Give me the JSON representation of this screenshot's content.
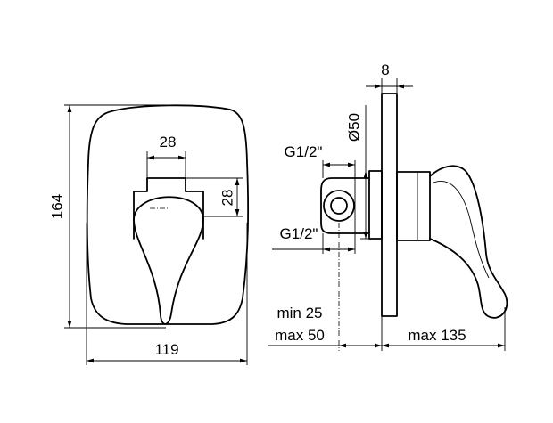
{
  "labels": {
    "plate_thickness": "8",
    "diameter": "Ø50",
    "thread_top": "G1/2\"",
    "thread_bottom": "G1/2\"",
    "handle_width": "28",
    "handle_height": "28",
    "height": "164",
    "width": "119",
    "depth_min": "min 25",
    "depth_max": "max 50",
    "projection": "max 135"
  }
}
